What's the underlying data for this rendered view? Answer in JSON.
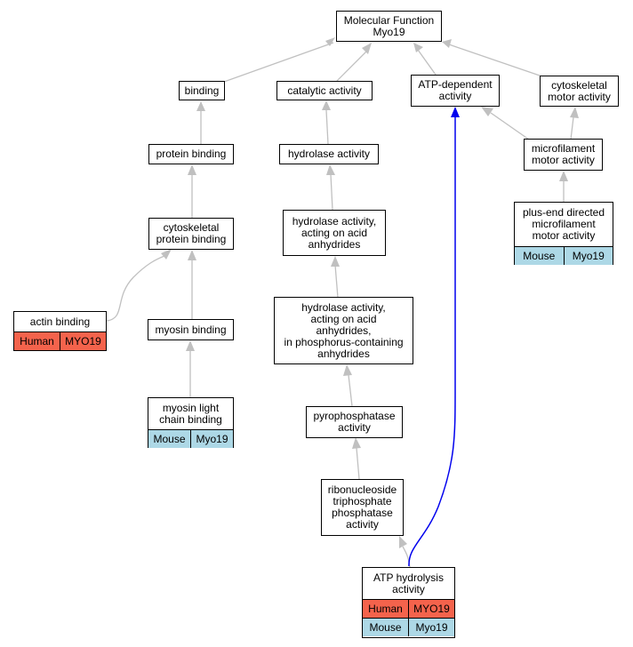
{
  "nodes": {
    "mf": {
      "label": "Molecular Function\nMyo19"
    },
    "binding": {
      "label": "binding"
    },
    "catalytic": {
      "label": "catalytic activity"
    },
    "atpdep": {
      "label": "ATP-dependent\nactivity"
    },
    "cytomotor": {
      "label": "cytoskeletal\nmotor activity"
    },
    "protbind": {
      "label": "protein binding"
    },
    "hydrolase": {
      "label": "hydrolase activity"
    },
    "microfil": {
      "label": "microfilament\nmotor activity"
    },
    "cytoprot": {
      "label": "cytoskeletal\nprotein binding"
    },
    "hydroacid": {
      "label": "hydrolase activity,\nacting on acid\nanhydrides"
    },
    "plusend": {
      "label": "plus-end directed\nmicrofilament\nmotor activity",
      "annotations": [
        {
          "species": "Mouse",
          "gene": "Myo19"
        }
      ]
    },
    "actin": {
      "label": "actin binding",
      "annotations": [
        {
          "species": "Human",
          "gene": "MYO19"
        }
      ]
    },
    "hydrophos": {
      "label": "hydrolase activity,\nacting on acid\nanhydrides,\nin phosphorus-containing\nanhydrides"
    },
    "myosin": {
      "label": "myosin binding"
    },
    "pyro": {
      "label": "pyrophosphatase\nactivity"
    },
    "mlc": {
      "label": "myosin light\nchain binding",
      "annotations": [
        {
          "species": "Mouse",
          "gene": "Myo19"
        }
      ]
    },
    "ribo": {
      "label": "ribonucleoside\ntriphosphate\nphosphatase\nactivity"
    },
    "atphydro": {
      "label": "ATP hydrolysis\nactivity",
      "annotations": [
        {
          "species": "Human",
          "gene": "MYO19"
        },
        {
          "species": "Mouse",
          "gene": "Myo19"
        }
      ]
    }
  },
  "colors": {
    "human": "#f4634c",
    "mouse": "#add8e6",
    "edge": "#c0c0c0",
    "highlight_edge": "#0000ee"
  }
}
